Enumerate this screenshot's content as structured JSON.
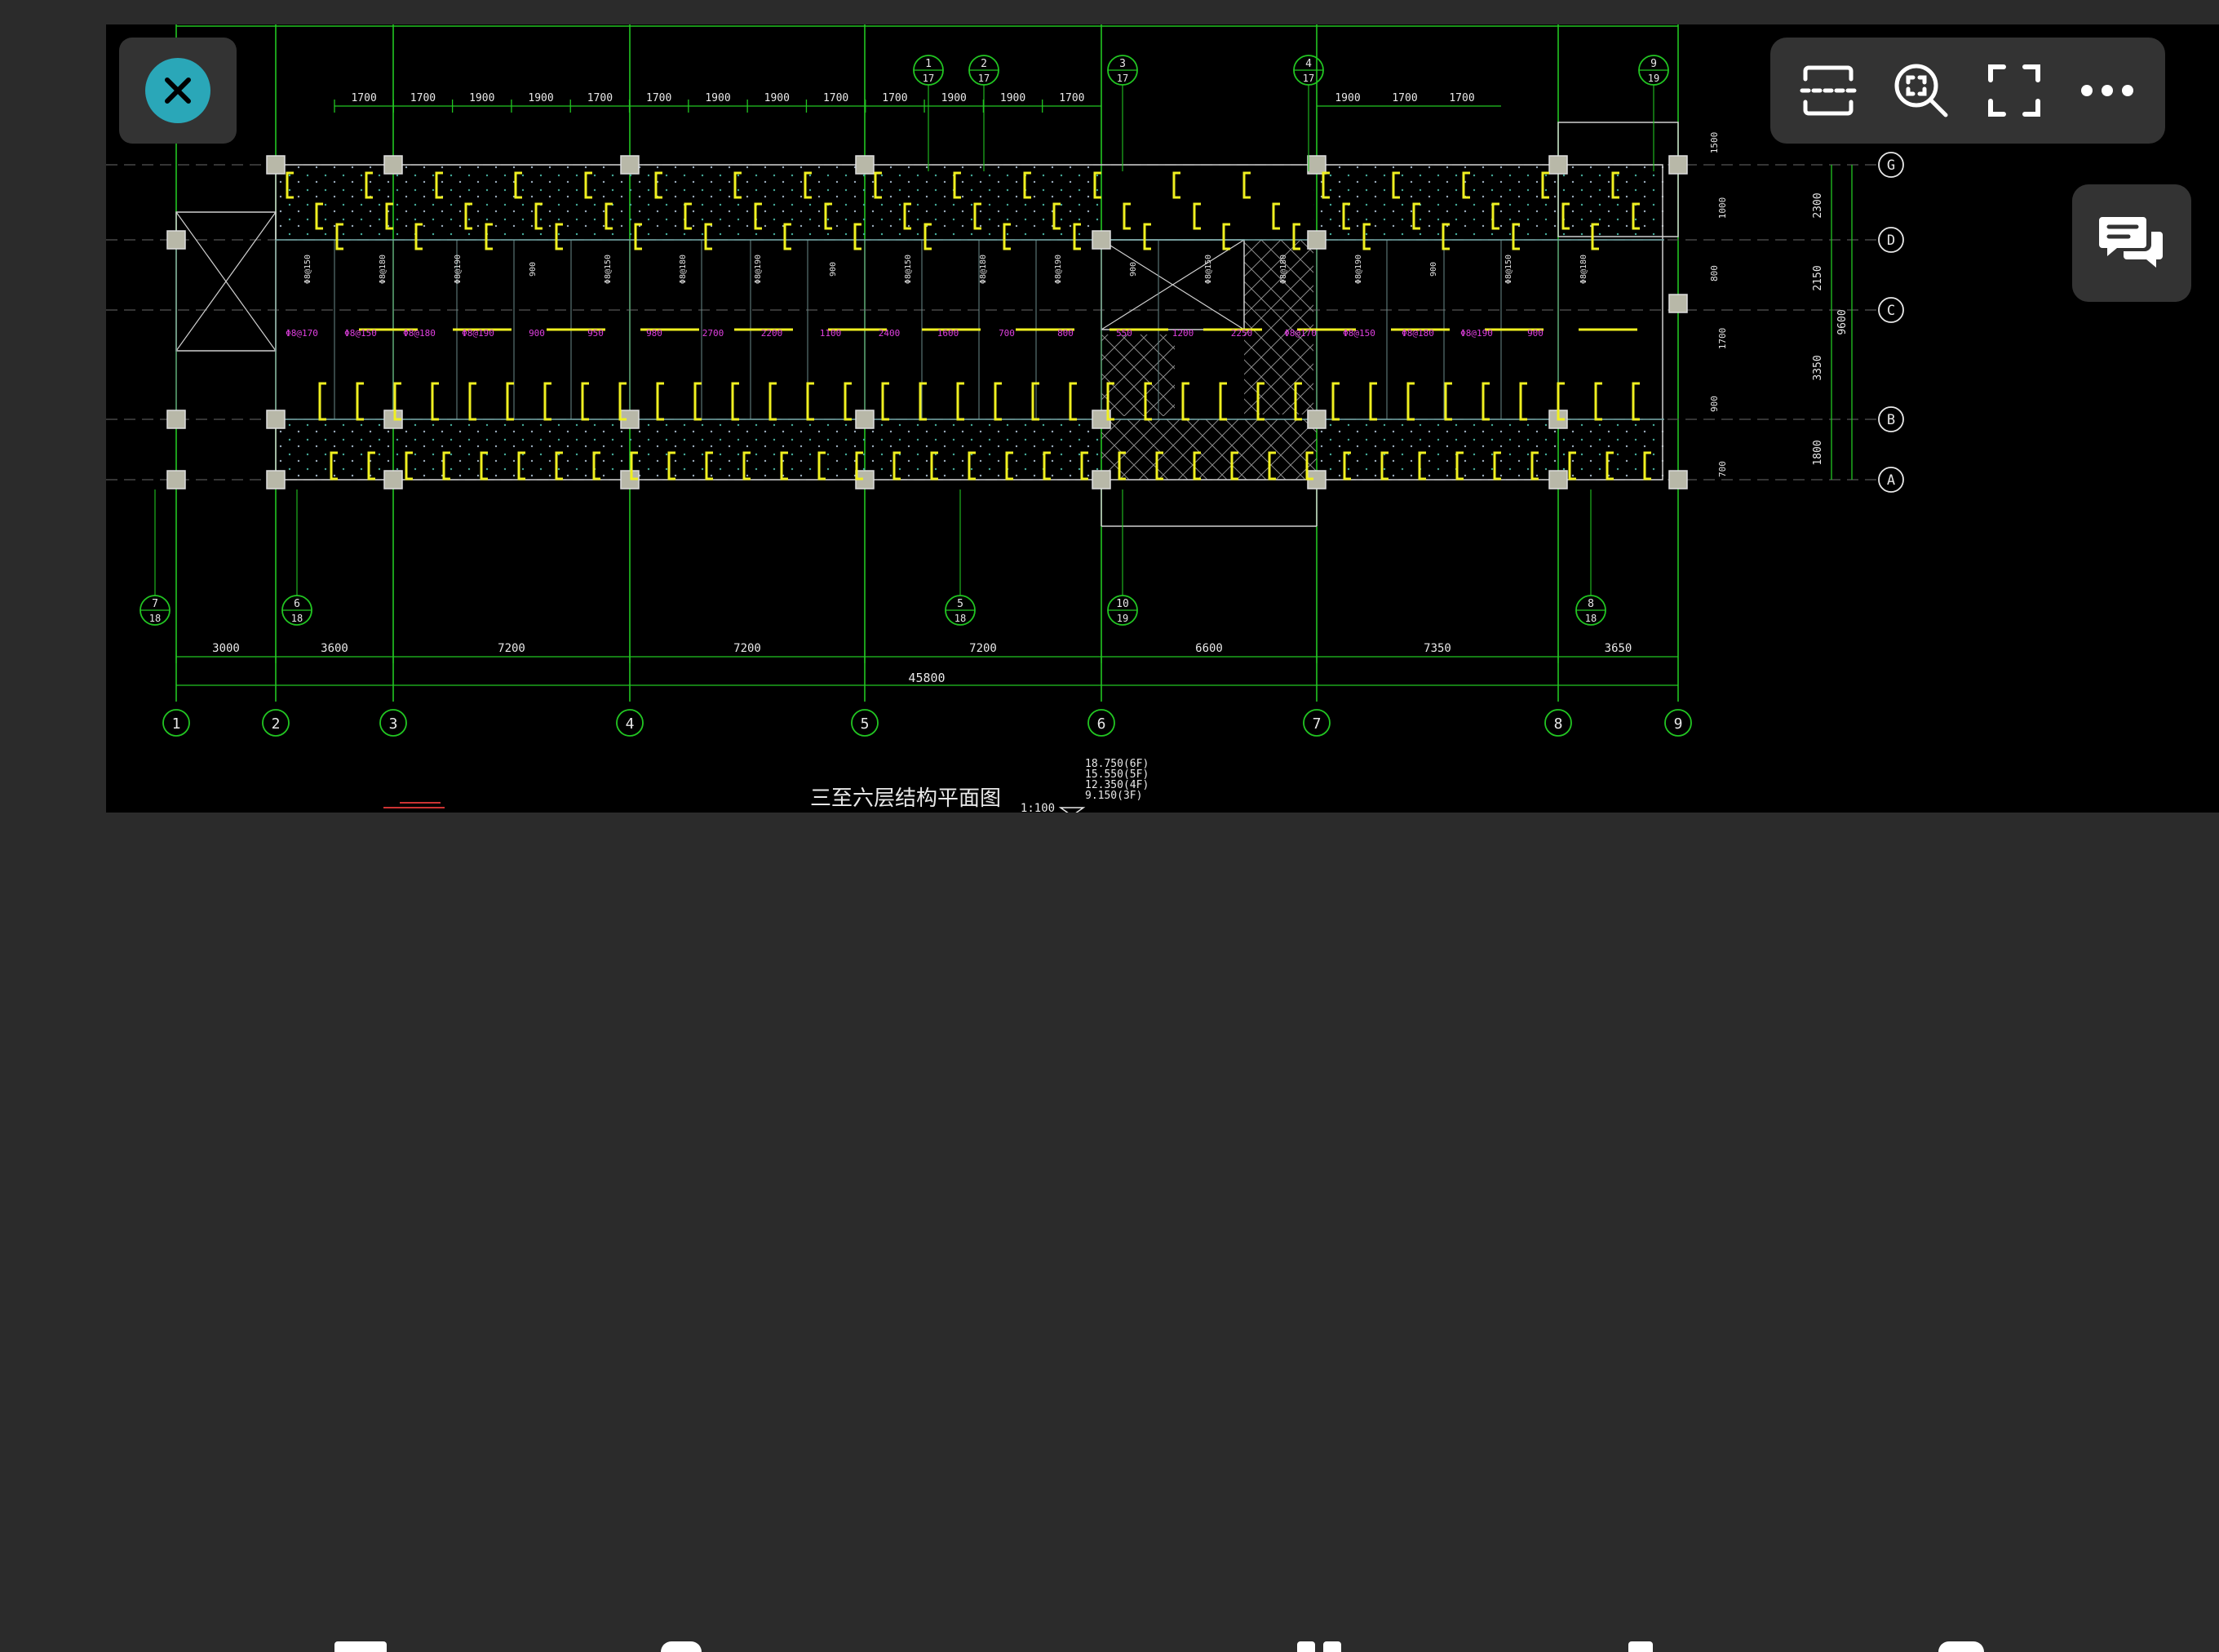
{
  "drawing": {
    "title": "三至六层结构平面图",
    "scale": "1:100",
    "levels": [
      "18.750(6F)",
      "15.550(5F)",
      "12.350(4F)",
      "9.150(3F)"
    ],
    "overall_dimension": "45800",
    "bay_dimensions": [
      "3000",
      "3600",
      "7200",
      "7200",
      "7200",
      "6600",
      "7350",
      "3650"
    ],
    "top_dimensions": [
      "1700",
      "1700",
      "1900",
      "1900",
      "1700",
      "1700",
      "1900",
      "1900",
      "1700",
      "1700",
      "1900",
      "1900",
      "1700"
    ],
    "top_dimensions_right": [
      "1900",
      "1700",
      "1700"
    ],
    "column_axes": [
      "1",
      "2",
      "3",
      "4",
      "5",
      "6",
      "7",
      "8",
      "9"
    ],
    "row_axes": [
      "G",
      "D",
      "C",
      "B",
      "A"
    ],
    "right_dimensions": [
      "2300",
      "2150",
      "3350",
      "1800"
    ],
    "right_total": "9600",
    "right_small": [
      "1500",
      "1000",
      "800",
      "1700",
      "900",
      "700"
    ],
    "detail_callouts": [
      {
        "num": "1",
        "sheet": "17"
      },
      {
        "num": "2",
        "sheet": "17"
      },
      {
        "num": "3",
        "sheet": "17"
      },
      {
        "num": "4",
        "sheet": "17"
      },
      {
        "num": "9",
        "sheet": "19"
      },
      {
        "num": "7",
        "sheet": "18"
      },
      {
        "num": "6",
        "sheet": "18"
      },
      {
        "num": "5",
        "sheet": "18"
      },
      {
        "num": "10",
        "sheet": "19"
      },
      {
        "num": "8",
        "sheet": "18"
      }
    ],
    "annotations": [
      "Φ8@170",
      "Φ8@150",
      "Φ8@180",
      "Φ8@190",
      "900",
      "950",
      "980",
      "2700",
      "2200",
      "1100",
      "2400",
      "1600",
      "700",
      "800",
      "550",
      "1200",
      "2250"
    ]
  },
  "toolbar": {
    "close_icon": "close-icon",
    "tools": [
      "dashed-scan-icon",
      "zoom-search-icon",
      "fullscreen-icon",
      "more-icon"
    ]
  },
  "chat": {
    "icon": "chat-bubbles-icon"
  },
  "colors": {
    "accent": "#2aa7b8",
    "grid": "#22c522",
    "wall": "#d0d0d0",
    "rebar": "#f0f020",
    "annotation": "#e040e0",
    "column": "#b8b8a8"
  }
}
